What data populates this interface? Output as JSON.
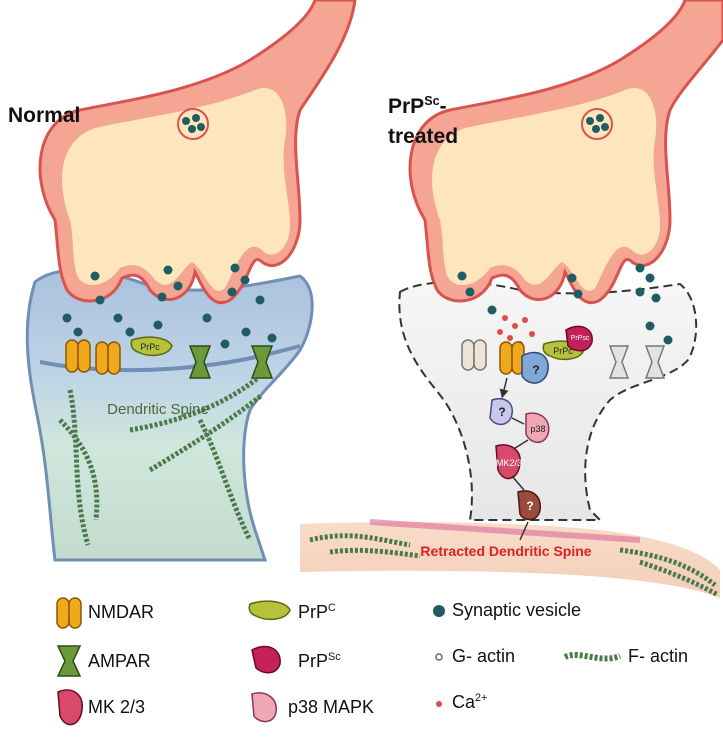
{
  "panels": {
    "left_title": "Normal",
    "right_title_main": "PrP",
    "right_title_sup": "Sc",
    "right_title_dash": "-",
    "right_title_line2": "treated"
  },
  "labels": {
    "dendritic_spine": "Dendritic Spine",
    "retracted_spine": "Retracted Dendritic Spine",
    "prpc_tag": "PrPc",
    "prpsc_tag": "PrPsc",
    "unknown": "?",
    "p38": "p38",
    "mk23": "MK2/3"
  },
  "legend": {
    "nmdar": "NMDAR",
    "ampar": "AMPAR",
    "mk23": "MK 2/3",
    "prpc_main": "PrP",
    "prpc_sup": "C",
    "prpsc_main": "PrP",
    "prpsc_sup": "Sc",
    "p38": "p38 MAPK",
    "vesicle": "Synaptic vesicle",
    "gactin": "G- actin",
    "factin": "F- actin",
    "ca_main": "Ca",
    "ca_sup": "2+"
  },
  "colors": {
    "axon": "#f4a593",
    "axon_border": "#d9534f",
    "terminal_fill": "#fde6bd",
    "spine_normal_top": "#b9cde2",
    "spine_normal_bottom": "#cfe6de",
    "spine_treated": "#f0f0f0",
    "vesicle": "#1f5d63",
    "nmdar": "#f0a81c",
    "ampar": "#6a9a3a",
    "prpc": "#b5c23a",
    "prpsc": "#c4205a",
    "mk23": "#d94a6a",
    "p38": "#efa7b6",
    "unknown_blue": "#7fa8d8",
    "unknown_lav": "#c8c8ec",
    "unknown_brown": "#9b4a3e",
    "ca": "#e04b4b",
    "factin": "#4a7a4a",
    "retracted_text": "#e0201e"
  }
}
